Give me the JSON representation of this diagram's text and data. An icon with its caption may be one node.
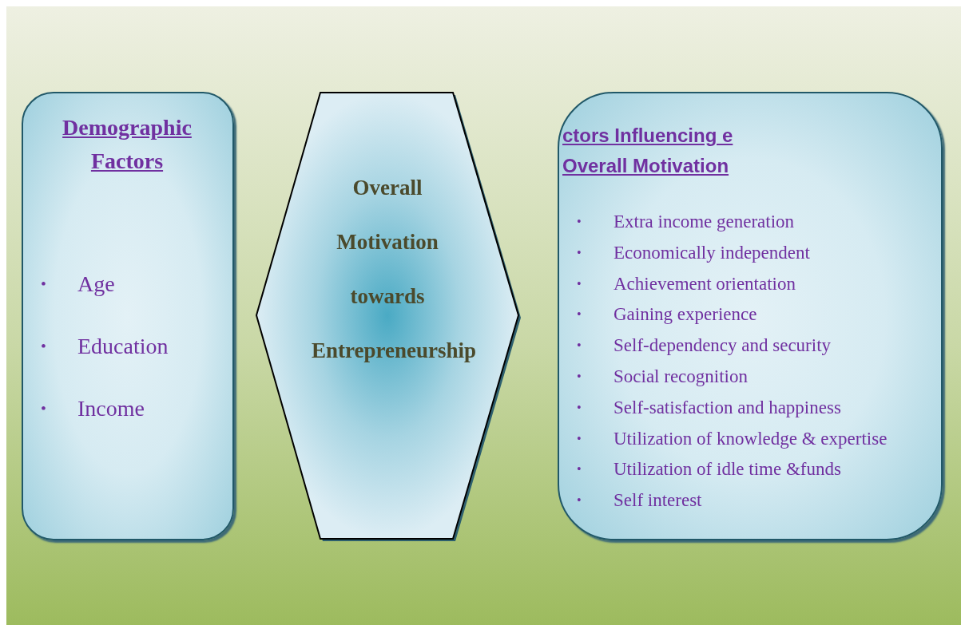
{
  "diagram": {
    "nodes": [
      {
        "text": [
          "Demographic Factors",
          "•",
          "Age",
          "•",
          "Education",
          "•",
          "Income"
        ]
      },
      {
        "text": [
          "Overall Motivation towards Entrepreneurship"
        ]
      },
      {
        "text": [
          "ctors Influencing e Overall Motivation",
          "•",
          "Extra income generation",
          "•",
          "Economically independent",
          "•",
          "Achievement orientation",
          "•",
          "Gaining experience",
          "•",
          "Self-dependency and security",
          "•",
          "Social recognition",
          "•",
          "Self-satisfaction and happiness",
          "•",
          "Utilization of knowledge & expertise",
          "•",
          "Utilization of idle time &funds",
          "•",
          "Self interest"
        ]
      }
    ]
  }
}
